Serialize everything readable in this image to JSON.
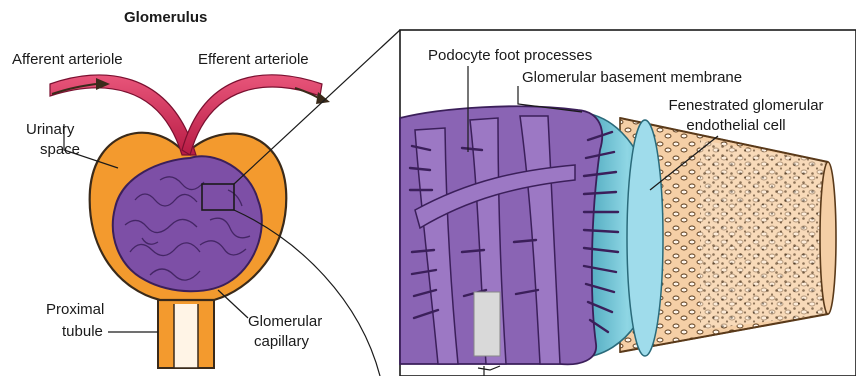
{
  "diagram": {
    "title": "Glomerulus",
    "left_labels": {
      "afferent": "Afferent arteriole",
      "efferent": "Efferent arteriole",
      "urinary_line1": "Urinary",
      "urinary_line2": "space",
      "proximal_line1": "Proximal",
      "proximal_line2": "tubule",
      "capillary_line1": "Glomerular",
      "capillary_line2": "capillary"
    },
    "right_labels": {
      "podocyte": "Podocyte foot processes",
      "basement": "Glomerular basement membrane",
      "fenestrated_line1": "Fenestrated glomerular",
      "fenestrated_line2": "endothelial cell"
    },
    "colors": {
      "capsule": "#f39a2e",
      "capsule_outline": "#3a2a1a",
      "glomerulus": "#7d4fa6",
      "arteriole": "#d6305a",
      "podocyte": "#8a64b4",
      "membrane": "#6fc6d8",
      "endothelium": "#f2c49a"
    }
  }
}
